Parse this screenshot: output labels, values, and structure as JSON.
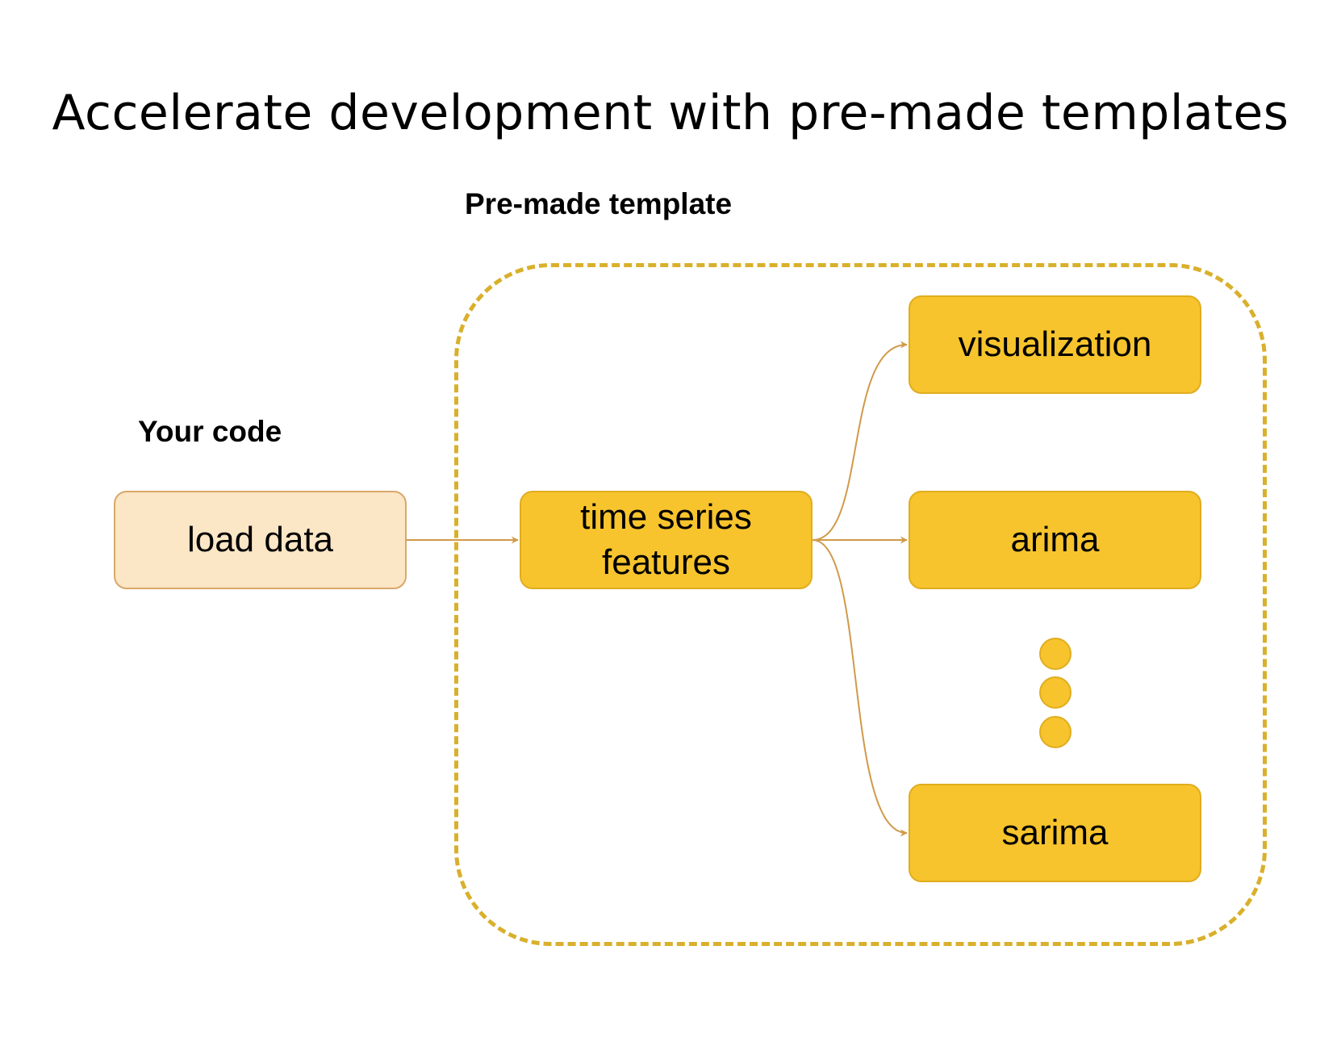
{
  "title": "Accelerate development with pre-made templates",
  "labels": {
    "template": "Pre-made template",
    "your_code": "Your code"
  },
  "nodes": {
    "load_data": "load data",
    "time_series_line1": "time series",
    "time_series_line2": "features",
    "visualization": "visualization",
    "arima": "arima",
    "sarima": "sarima"
  },
  "colors": {
    "frame": "#d9b02c",
    "node_yellow": "#f7c42d",
    "node_light": "#fbe6c5",
    "edge": "#d09a4a"
  }
}
